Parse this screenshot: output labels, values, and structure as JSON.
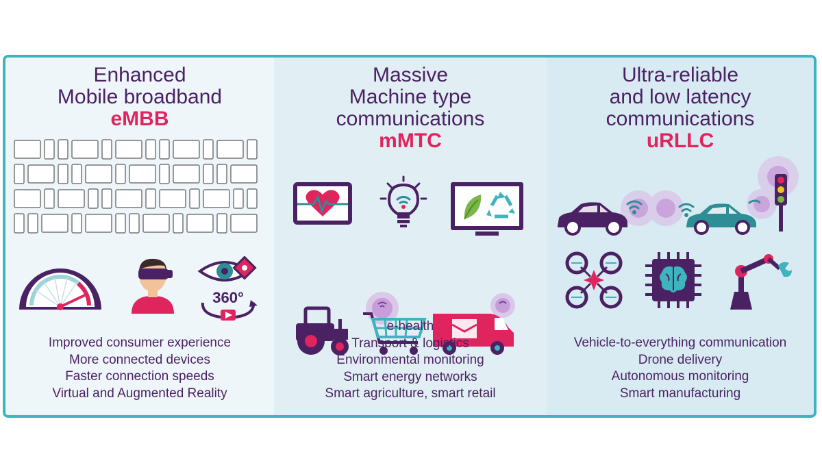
{
  "colors": {
    "frame_border": "#3eb4be",
    "title_text": "#4a2263",
    "accent": "#e0245e",
    "teal": "#2e8e96"
  },
  "panels": [
    {
      "title_lines": [
        "Enhanced",
        "Mobile broadband"
      ],
      "abbr": "eMBB",
      "features": [
        "Improved consumer experience",
        "More connected devices",
        "Faster connection speeds",
        "Virtual and Augmented Reality"
      ],
      "icons": [
        "devices-grid-icon",
        "speedometer-icon",
        "vr-headset-user-icon",
        "eye-icon",
        "360-video-icon"
      ],
      "icon_text": {
        "video_360": "360°"
      }
    },
    {
      "title_lines": [
        "Massive",
        "Machine type",
        "communications"
      ],
      "abbr": "mMTC",
      "features": [
        "e-health",
        "Transport & logistics",
        "Environmental monitoring",
        "Smart energy networks",
        "Smart agriculture, smart retail"
      ],
      "icons": [
        "tablet-heart-icon",
        "smart-bulb-icon",
        "recycle-monitor-icon",
        "tractor-icon",
        "shopping-cart-icon",
        "delivery-van-icon"
      ]
    },
    {
      "title_lines": [
        "Ultra-reliable",
        "and low latency",
        "communications"
      ],
      "abbr": "uRLLC",
      "features": [
        "Vehicle-to-everything communication",
        "Drone delivery",
        "Autonomous monitoring",
        "Smart manufacturing"
      ],
      "icons": [
        "car-icon",
        "car-icon",
        "traffic-light-icon",
        "drone-icon",
        "ai-chip-icon",
        "robot-arm-icon"
      ]
    }
  ]
}
